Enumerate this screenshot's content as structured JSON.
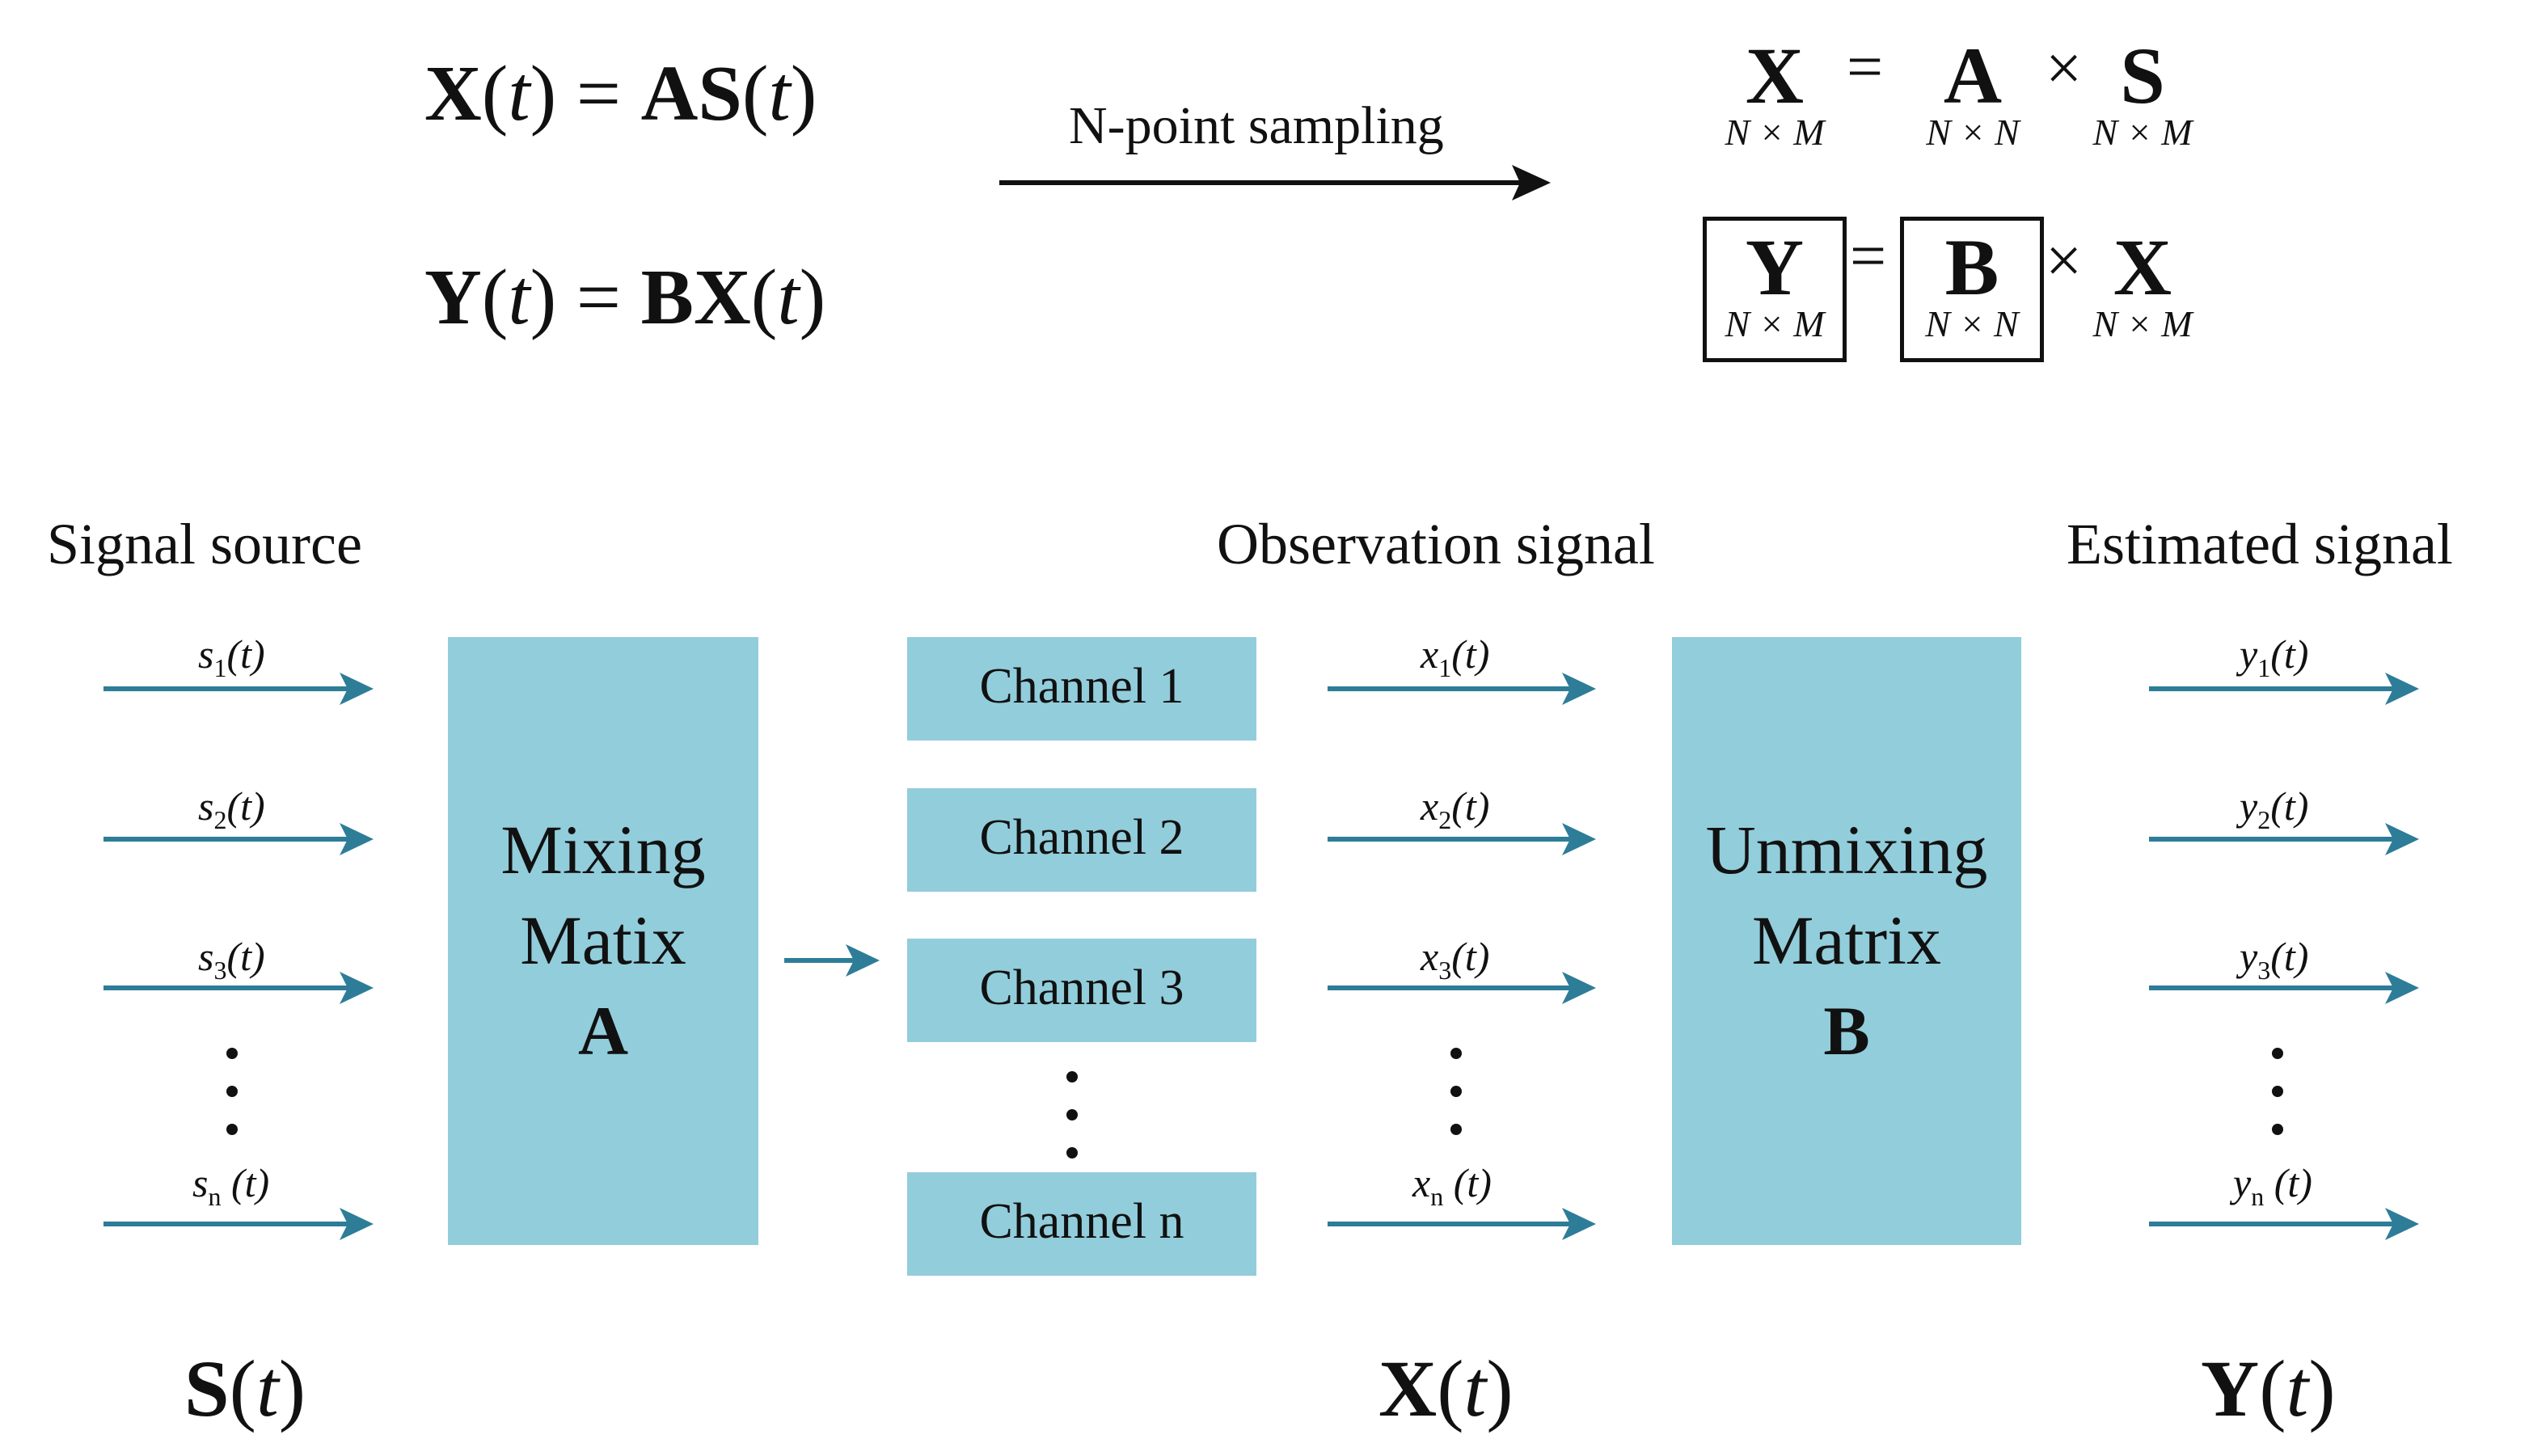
{
  "equations": {
    "mix": {
      "lhs": "X",
      "lhs_arg": "t",
      "equals": "=",
      "rhs": "AS",
      "rhs_arg": "t"
    },
    "unmix": {
      "lhs": "Y",
      "lhs_arg": "t",
      "equals": "=",
      "rhs": "BX",
      "rhs_arg": "t"
    },
    "arrow_label": "N-point sampling"
  },
  "matrix_eqs": {
    "row1": {
      "X": "X",
      "X_dim": "N × M",
      "eq": "=",
      "A": "A",
      "A_dim": "N × N",
      "times": "×",
      "S": "S",
      "S_dim": "N × M"
    },
    "row2": {
      "Y": "Y",
      "Y_dim": "N × M",
      "eq": "=",
      "B": "B",
      "B_dim": "N × N",
      "times": "×",
      "X": "X",
      "X_dim": "N × M"
    }
  },
  "headers": {
    "source": "Signal source",
    "observation": "Observation signal",
    "estimated": "Estimated signal"
  },
  "blocks": {
    "mixing": {
      "line1": "Mixing",
      "line2": "Matix",
      "line3": "A"
    },
    "unmixing": {
      "line1": "Unmixing",
      "line2": "Matrix",
      "line3": "B"
    }
  },
  "channels": [
    "Channel 1",
    "Channel 2",
    "Channel 3",
    "Channel n"
  ],
  "signals": {
    "source": [
      {
        "var": "s",
        "sub": "1",
        "arg": "(t)"
      },
      {
        "var": "s",
        "sub": "2",
        "arg": "(t)"
      },
      {
        "var": "s",
        "sub": "3",
        "arg": "(t)"
      },
      {
        "var": "s",
        "sub": "n",
        "arg": " (t)"
      }
    ],
    "observed": [
      {
        "var": "x",
        "sub": "1",
        "arg": "(t)"
      },
      {
        "var": "x",
        "sub": "2",
        "arg": "(t)"
      },
      {
        "var": "x",
        "sub": "3",
        "arg": "(t)"
      },
      {
        "var": "x",
        "sub": "n",
        "arg": " (t)"
      }
    ],
    "estimated": [
      {
        "var": "y",
        "sub": "1",
        "arg": "(t)"
      },
      {
        "var": "y",
        "sub": "2",
        "arg": "(t)"
      },
      {
        "var": "y",
        "sub": "3",
        "arg": "(t)"
      },
      {
        "var": "y",
        "sub": "n",
        "arg": " (t)"
      }
    ]
  },
  "vectors": {
    "S": {
      "name": "S",
      "arg": "t"
    },
    "X": {
      "name": "X",
      "arg": "t"
    },
    "Y": {
      "name": "Y",
      "arg": "t"
    }
  },
  "colors": {
    "block": "#92cddb",
    "arrow": "#2e7d98",
    "text": "#111111"
  }
}
